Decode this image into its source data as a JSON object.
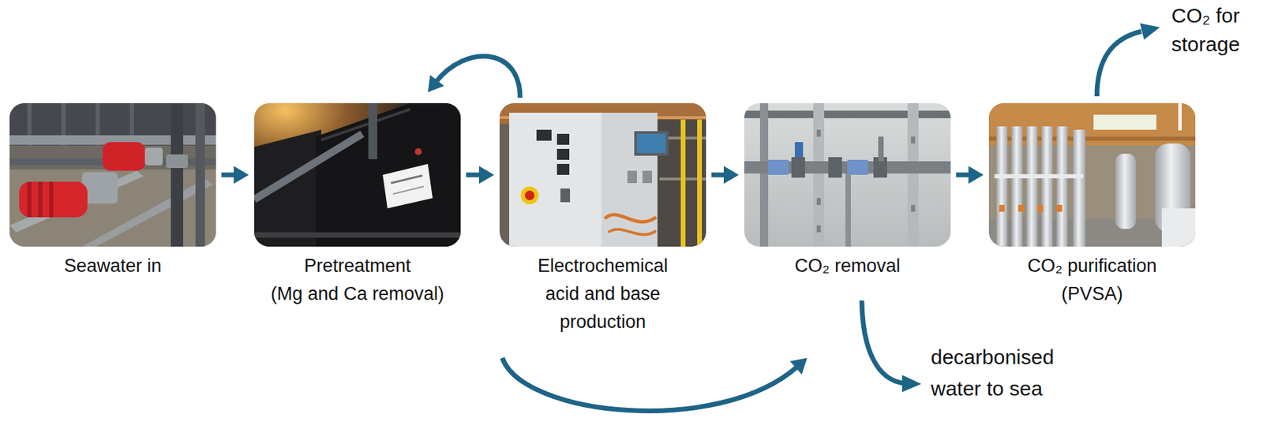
{
  "diagram": {
    "nodes": [
      {
        "text": [
          "Seawater in"
        ]
      },
      {
        "text": [
          "Pretreatment (Mg and Ca removal)"
        ]
      },
      {
        "text": [
          "Electrochemical acid and base production"
        ]
      },
      {
        "text": [
          "CO₂ removal"
        ]
      },
      {
        "text": [
          "CO₂ purification (PVSA)"
        ]
      }
    ],
    "edges": [
      {
        "from": 0,
        "to": 1,
        "arrow": "to"
      },
      {
        "from": 1,
        "to": 2,
        "arrow": "to"
      },
      {
        "from": 2,
        "to": 1,
        "arrow": "to"
      },
      {
        "from": 2,
        "to": 3,
        "arrow": "to"
      },
      {
        "from": 2,
        "to": 3,
        "arrow": "to"
      },
      {
        "from": 3,
        "to": 4,
        "arrow": "to"
      }
    ],
    "labels": [
      "CO₂ for storage",
      "decarbonised water to sea"
    ]
  }
}
